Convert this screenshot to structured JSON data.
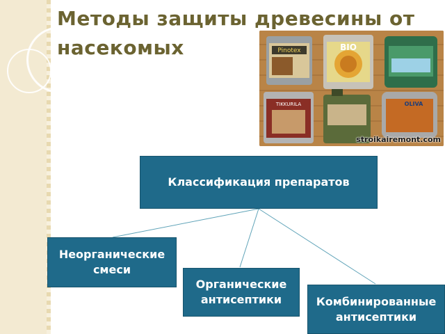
{
  "slide": {
    "title": "Методы защиты древесины от насекомых"
  },
  "photo": {
    "caption": "stroikairemont.com",
    "product_labels": [
      "Pinotex",
      "BIO",
      "TIKKURILA",
      "OLIVA"
    ]
  },
  "diagram": {
    "root": {
      "label": "Классификация препаратов"
    },
    "children": [
      {
        "label": "Неорганические смеси"
      },
      {
        "label": "Органические антисептики"
      },
      {
        "label": "Комбинированные антисептики"
      }
    ]
  },
  "colors": {
    "node_fill": "#1f6a8a",
    "title_text": "#6b6331",
    "connector": "#5fa3b8"
  }
}
